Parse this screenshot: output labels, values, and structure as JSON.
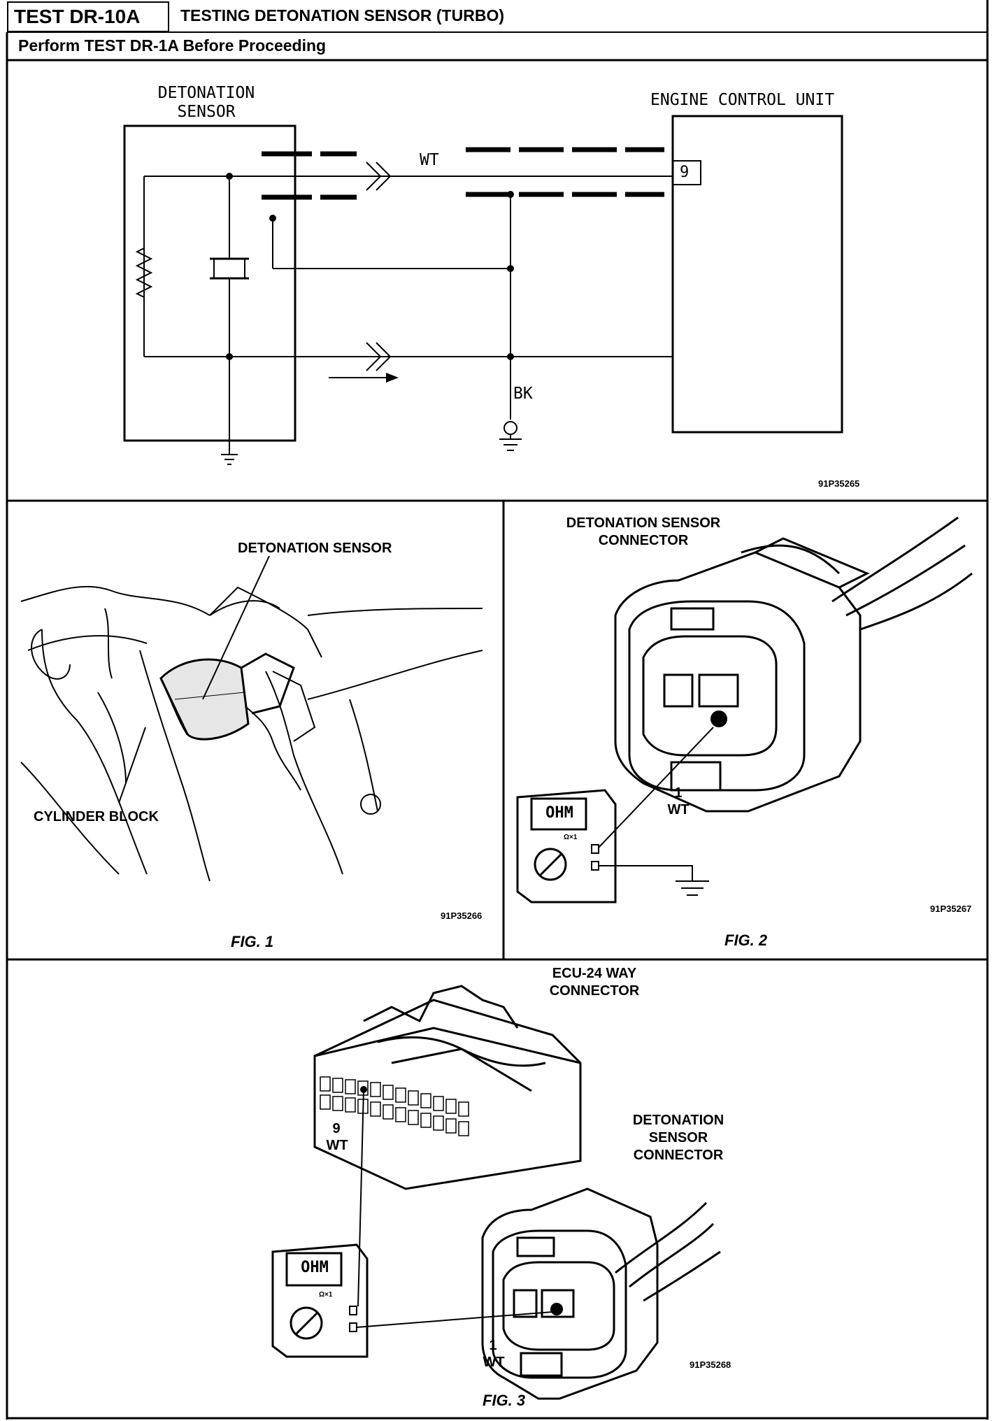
{
  "header": {
    "test_id": "TEST DR-10A",
    "title": "TESTING DETONATION SENSOR (TURBO)",
    "subtitle": "Perform TEST DR-1A Before Proceeding"
  },
  "schematic": {
    "sensor_label": [
      "DETONATION",
      "SENSOR"
    ],
    "ecu_label": "ENGINE CONTROL UNIT",
    "wire_wt": "WT",
    "pin": "9",
    "wire_bk": "BK",
    "code": "91P35265"
  },
  "fig1": {
    "label_sensor": "DETONATION SENSOR",
    "label_block": "CYLINDER BLOCK",
    "code": "91P35266",
    "caption": "FIG. 1"
  },
  "fig2": {
    "label_connector": [
      "DETONATION SENSOR",
      "CONNECTOR"
    ],
    "pin": "1",
    "wire": "WT",
    "meter": "OHM",
    "meter_range": "Ω×1",
    "code": "91P35267",
    "caption": "FIG. 2"
  },
  "fig3": {
    "label_ecu": [
      "ECU-24 WAY",
      "CONNECTOR"
    ],
    "label_sensor": [
      "DETONATION",
      "SENSOR",
      "CONNECTOR"
    ],
    "ecu_pin": "9",
    "ecu_wire": "WT",
    "sensor_pin": "1",
    "sensor_wire": "WT",
    "meter": "OHM",
    "meter_range": "Ω×1",
    "code": "91P35268",
    "caption": "FIG. 3"
  }
}
